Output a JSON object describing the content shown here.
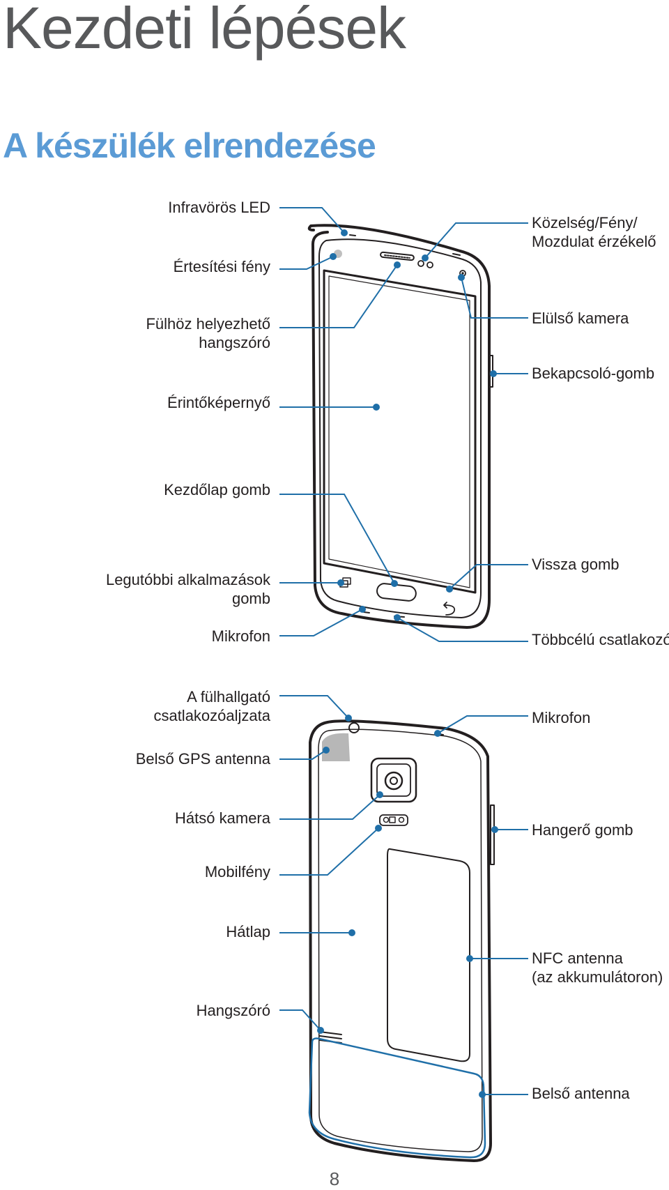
{
  "page": {
    "title": "Kezdeti lépések",
    "subtitle": "A készülék elrendezése",
    "page_number": "8"
  },
  "front_view": {
    "labels_left": {
      "infrared_led": "Infravörös LED",
      "notification_light": "Értesítési fény",
      "earpiece": [
        "Fülhöz helyezhető",
        "hangszóró"
      ],
      "touchscreen": "Érintőképernyő",
      "home_button": "Kezdőlap gomb",
      "recent_apps": [
        "Legutóbbi alkalmazások",
        "gomb"
      ],
      "microphone": "Mikrofon"
    },
    "labels_right": {
      "sensor": [
        "Közelség/Fény/",
        "Mozdulat érzékelő"
      ],
      "front_camera": "Elülső kamera",
      "power_button": "Bekapcsoló-gomb",
      "back_button": "Vissza gomb",
      "multipurpose_jack": "Többcélú csatlakozó"
    }
  },
  "back_view": {
    "labels_left": {
      "headset_jack": [
        "A fülhallgató",
        "csatlakozóaljzata"
      ],
      "gps_antenna": "Belső GPS antenna",
      "rear_camera": "Hátsó kamera",
      "flash": "Mobilfény",
      "back_cover": "Hátlap",
      "speaker": "Hangszóró"
    },
    "labels_right": {
      "microphone": "Mikrofon",
      "volume_button": "Hangerő gomb",
      "nfc_antenna": [
        "NFC antenna",
        "(az akkumulátoron)"
      ],
      "main_antenna": "Belső antenna"
    }
  },
  "colors": {
    "title": "#58595b",
    "subtitle": "#5b9bd5",
    "callout": "#1f6fa8",
    "device_outline": "#231f20"
  }
}
